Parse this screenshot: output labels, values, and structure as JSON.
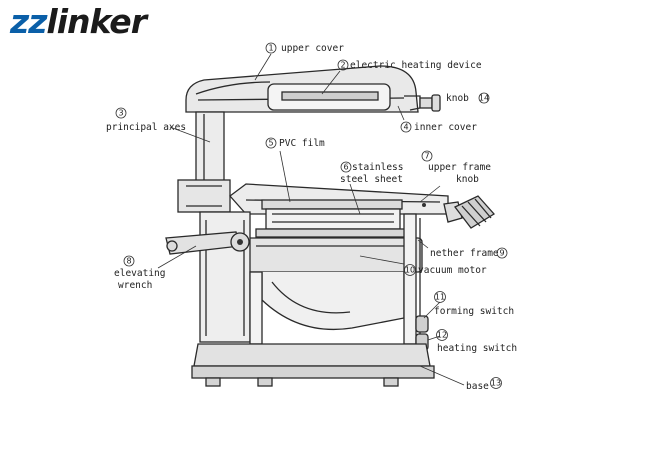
{
  "brand": {
    "prefix": "zz",
    "suffix": "linker",
    "prefix_color": "#0a5fa8",
    "suffix_color": "#1b1b1b"
  },
  "parts": [
    {
      "num": "1",
      "label": "upper cover"
    },
    {
      "num": "2",
      "label": "electric heating device"
    },
    {
      "num": "3",
      "label": "principal axes"
    },
    {
      "num": "4",
      "label": "inner cover"
    },
    {
      "num": "5",
      "label": "PVC film"
    },
    {
      "num": "6",
      "label": "stainless steel sheet"
    },
    {
      "num": "7",
      "label": "upper frame knob"
    },
    {
      "num": "8",
      "label": "elevating wrench"
    },
    {
      "num": "9",
      "label": "nether frame"
    },
    {
      "num": "10",
      "label": "vacuum motor"
    },
    {
      "num": "11",
      "label": "forming switch"
    },
    {
      "num": "12",
      "label": "heating switch"
    },
    {
      "num": "13",
      "label": "base"
    },
    {
      "num": "14",
      "label": "knob"
    }
  ]
}
